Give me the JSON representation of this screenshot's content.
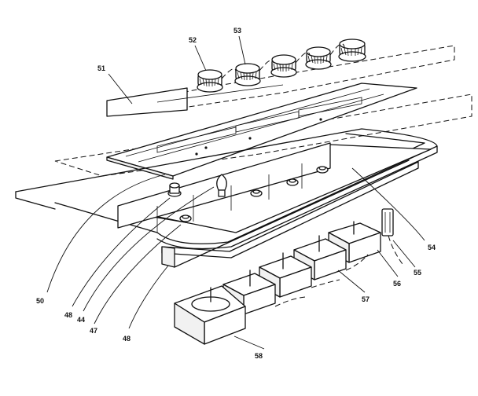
{
  "colors": {
    "line": "#111111",
    "background": "#ffffff"
  },
  "callouts": {
    "c51": "51",
    "c52": "52",
    "c53": "53",
    "c54": "54",
    "c55": "55",
    "c56": "56",
    "c57": "57",
    "c58": "58",
    "c50": "50",
    "c48a": "48",
    "c44": "44",
    "c47": "47",
    "c48b": "48"
  }
}
